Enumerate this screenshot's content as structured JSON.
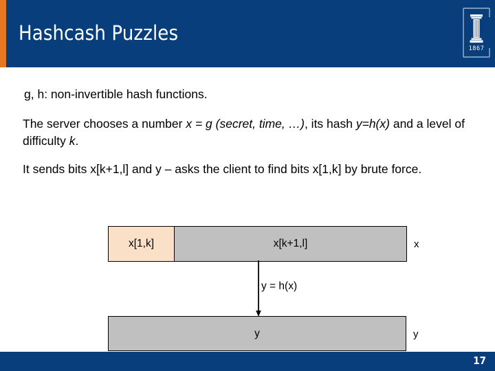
{
  "slide": {
    "title": "Hashcash Puzzles",
    "page_number": "17",
    "accent_color": "#E87722",
    "header_color": "#083E7B",
    "footer_color": "#083E7B"
  },
  "logo": {
    "name": "university-of-illinois-block-i-logo",
    "year": "1867"
  },
  "content": {
    "paragraph_1": "g, h: non-invertible hash functions.",
    "paragraph_2": {
      "part_1": "The server chooses a number ",
      "italic_1": "x = g (secret, time, …)",
      "part_2": ", its hash ",
      "italic_2": "y=h(x)",
      "part_3": " and a level of difficulty ",
      "italic_3": "k",
      "part_4": "."
    },
    "paragraph_3": "It sends bits x[k+1,l] and y – asks the client to find bits x[1,k] by brute force."
  },
  "diagram": {
    "top_row": {
      "secret_box_label": "x[1,k]",
      "secret_box_color": "#FBE0C8",
      "known_box_label": "x[k+1,l]",
      "known_box_color": "#C0C0C0",
      "row_label": "x"
    },
    "arrow_label": "y = h(x)",
    "bottom_row": {
      "hash_box_label": "y",
      "hash_box_color": "#C0C0C0",
      "row_label": "y"
    }
  }
}
